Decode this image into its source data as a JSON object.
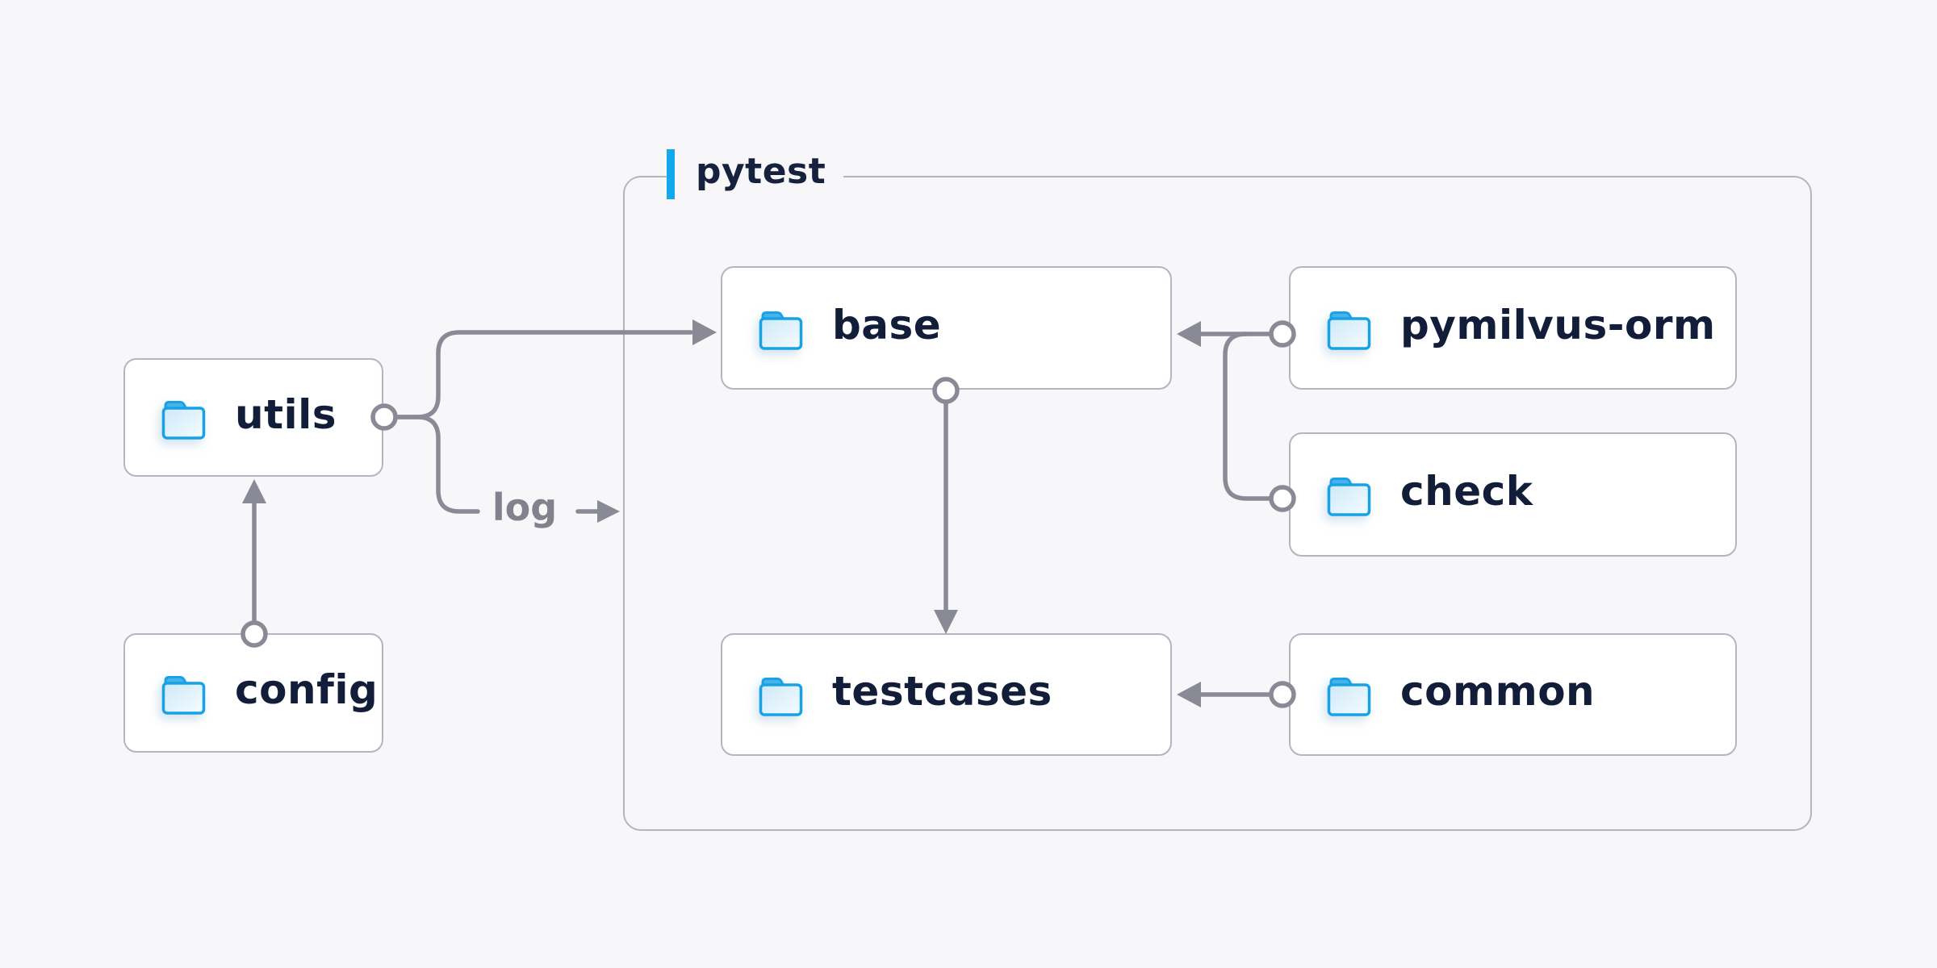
{
  "diagram": {
    "background_color": "#f7f7f9",
    "line_color": "#8a8a96",
    "box_border_color": "#b5b5c2",
    "node_text_color": "#121d3a",
    "folder_blue": "#18a2e6",
    "container": {
      "label": "pytest",
      "accent_color": "#12a9ec",
      "label_color": "#16213e"
    },
    "nodes": [
      {
        "id": "utils",
        "label": "utils"
      },
      {
        "id": "config",
        "label": "config"
      },
      {
        "id": "base",
        "label": "base"
      },
      {
        "id": "pymilvus-orm",
        "label": "pymilvus-orm"
      },
      {
        "id": "check",
        "label": "check"
      },
      {
        "id": "testcases",
        "label": "testcases"
      },
      {
        "id": "common",
        "label": "common"
      }
    ],
    "edge_label": {
      "text": "log",
      "color": "#82828e"
    },
    "edges": [
      {
        "from": "utils",
        "to": "base"
      },
      {
        "from": "utils",
        "to": "log"
      },
      {
        "from": "config",
        "to": "utils"
      },
      {
        "from": "base",
        "to": "testcases"
      },
      {
        "from": "pymilvus-orm",
        "to": "base"
      },
      {
        "from": "check",
        "to": "base"
      },
      {
        "from": "common",
        "to": "testcases"
      }
    ]
  }
}
